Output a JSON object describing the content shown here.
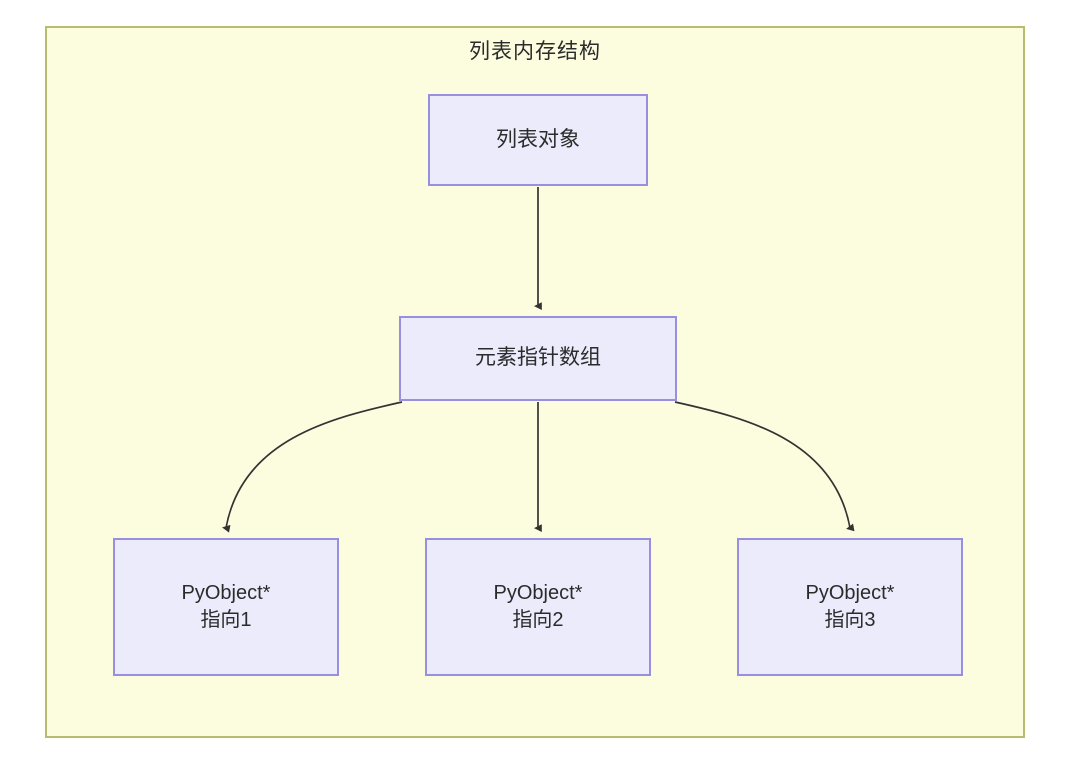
{
  "diagram": {
    "title": "列表内存结构",
    "background_color": "#fcfcdf",
    "frame_border_color": "#b8bd6e",
    "node_fill_color": "#ecebfc",
    "node_border_color": "#9a8ede",
    "edge_color": "#333333",
    "text_color": "#2b2b2b",
    "nodes": {
      "list_object": {
        "label": "列表对象"
      },
      "pointer_array": {
        "label": "元素指针数组"
      },
      "pyobject_1": {
        "line1": "PyObject*",
        "line2": "指向1"
      },
      "pyobject_2": {
        "line1": "PyObject*",
        "line2": "指向2"
      },
      "pyobject_3": {
        "line1": "PyObject*",
        "line2": "指向3"
      }
    },
    "edges": [
      {
        "from": "list_object",
        "to": "pointer_array",
        "style": "straight-arrow"
      },
      {
        "from": "pointer_array",
        "to": "pyobject_1",
        "style": "curved-arrow"
      },
      {
        "from": "pointer_array",
        "to": "pyobject_2",
        "style": "straight-arrow"
      },
      {
        "from": "pointer_array",
        "to": "pyobject_3",
        "style": "curved-arrow"
      }
    ]
  }
}
